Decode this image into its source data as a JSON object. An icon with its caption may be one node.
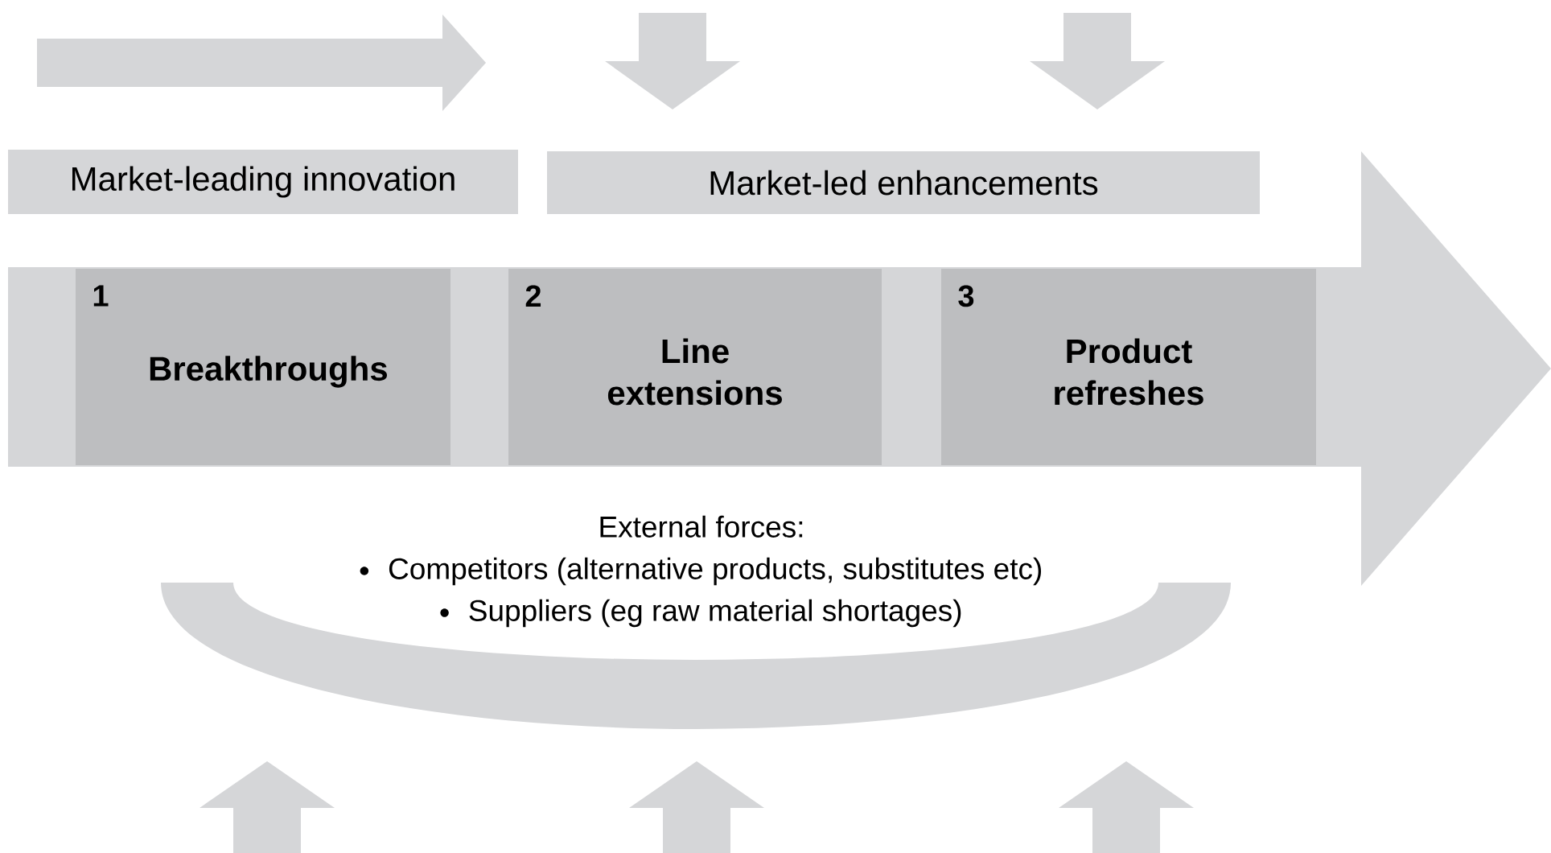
{
  "diagram": {
    "nodes": [
      {
        "text": [
          "Market-leading innovation"
        ]
      },
      {
        "text": [
          "Market-led enhancements"
        ]
      },
      {
        "text": [],
        "shape": "arrow"
      },
      {
        "text": [
          "1",
          "Breakthroughs"
        ],
        "in": 2
      },
      {
        "text": [
          "2",
          "Line extensions"
        ],
        "in": 2
      },
      {
        "text": [
          "3",
          "Product refreshes"
        ],
        "in": 2
      },
      {
        "text": [
          "External forces:",
          "Competitors (alternative products, substitutes etc)",
          "Suppliers (eg raw material shortages)"
        ]
      }
    ]
  }
}
